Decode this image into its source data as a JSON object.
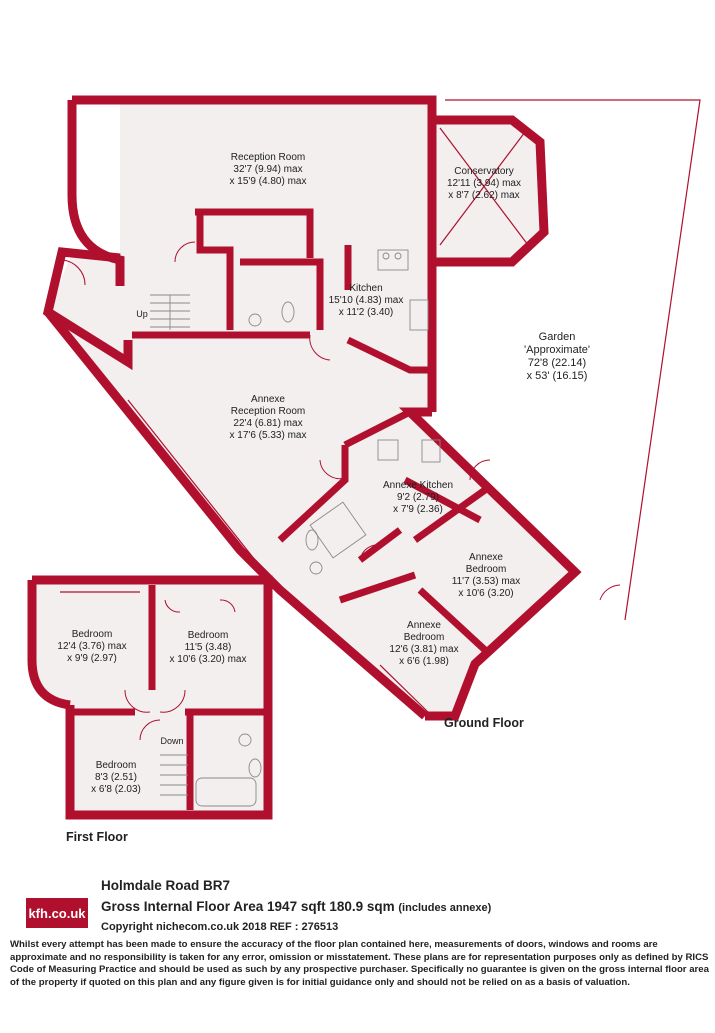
{
  "rooms": {
    "reception": [
      "Reception Room",
      "32'7 (9.94) max",
      "x 15'9 (4.80) max"
    ],
    "conservatory": [
      "Conservatory",
      "12'11 (3.94) max",
      "x 8'7 (2.62) max"
    ],
    "kitchen": [
      "Kitchen",
      "15'10 (4.83) max",
      "x 11'2 (3.40)"
    ],
    "annexe_reception": [
      "Annexe",
      "Reception Room",
      "22'4 (6.81) max",
      "x 17'6 (5.33) max"
    ],
    "annexe_kitchen": [
      "Annexe Kitchen",
      "9'2 (2.79)",
      "x 7'9 (2.36)"
    ],
    "annexe_bedroom1": [
      "Annexe",
      "Bedroom",
      "11'7 (3.53) max",
      "x 10'6 (3.20)"
    ],
    "annexe_bedroom2": [
      "Annexe",
      "Bedroom",
      "12'6 (3.81) max",
      "x 6'6 (1.98)"
    ],
    "garden": [
      "Garden",
      "'Approximate'",
      "72'8 (22.14)",
      "x 53' (16.15)"
    ],
    "fb1": [
      "Bedroom",
      "12'4 (3.76) max",
      "x 9'9 (2.97)"
    ],
    "fb2": [
      "Bedroom",
      "11'5 (3.48)",
      "x 10'6 (3.20) max"
    ],
    "fb3": [
      "Bedroom",
      "8'3 (2.51)",
      "x 6'8 (2.03)"
    ]
  },
  "stairs": {
    "up": "Up",
    "down": "Down"
  },
  "floors": {
    "ground": "Ground Floor",
    "first": "First Floor"
  },
  "logo": "kfh.co.uk",
  "address": "Holmdale Road BR7",
  "area_main": "Gross Internal Floor Area 1947 sqft 180.9 sqm",
  "area_note": "(includes annexe)",
  "copyright": "Copyright nichecom.co.uk 2018 REF : 276513",
  "disclaimer": "Whilst every attempt has been made to ensure the accuracy of the floor plan contained here, measurements of doors, windows and rooms are approximate and no responsibility is taken for any error, omission or misstatement.  These plans are for representation purposes only as defined by RICS Code of Measuring Practice and should be used as such by any prospective purchaser.  Specifically no guarantee is given on the gross internal floor area of the property if quoted on this plan and any figure given is for initial guidance only and should not be relied on as a basis of valuation.",
  "colors": {
    "wall": "#b0102e",
    "floor": "#f2efee"
  }
}
